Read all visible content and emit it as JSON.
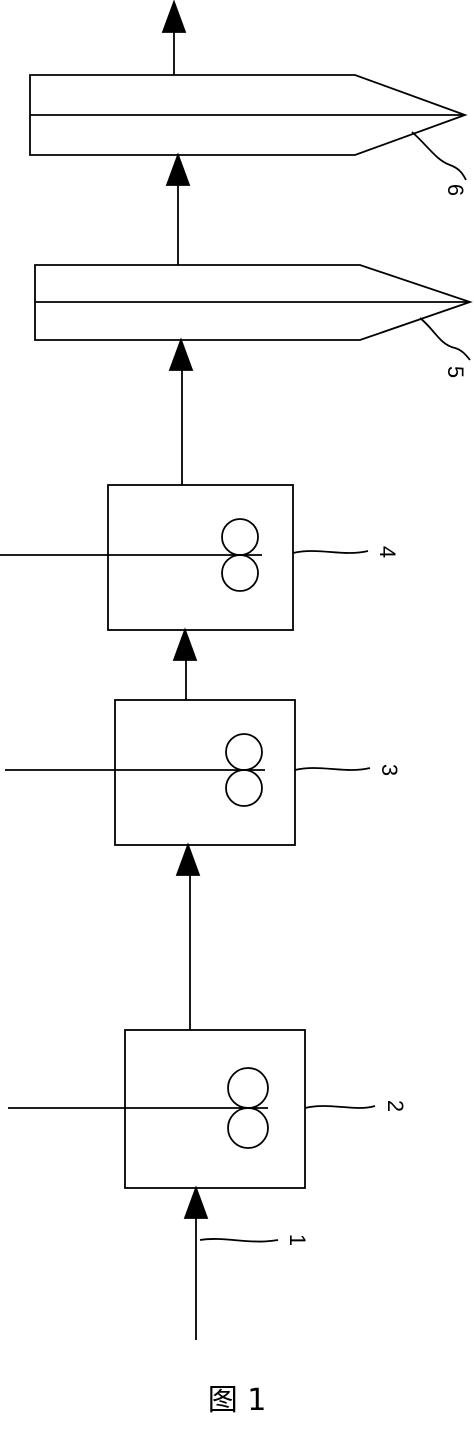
{
  "figure": {
    "caption": "图 1",
    "labels": {
      "feed": "1",
      "unit_1": "2",
      "unit_2": "3",
      "unit_3": "4",
      "column_1": "5",
      "column_2": "6"
    }
  }
}
